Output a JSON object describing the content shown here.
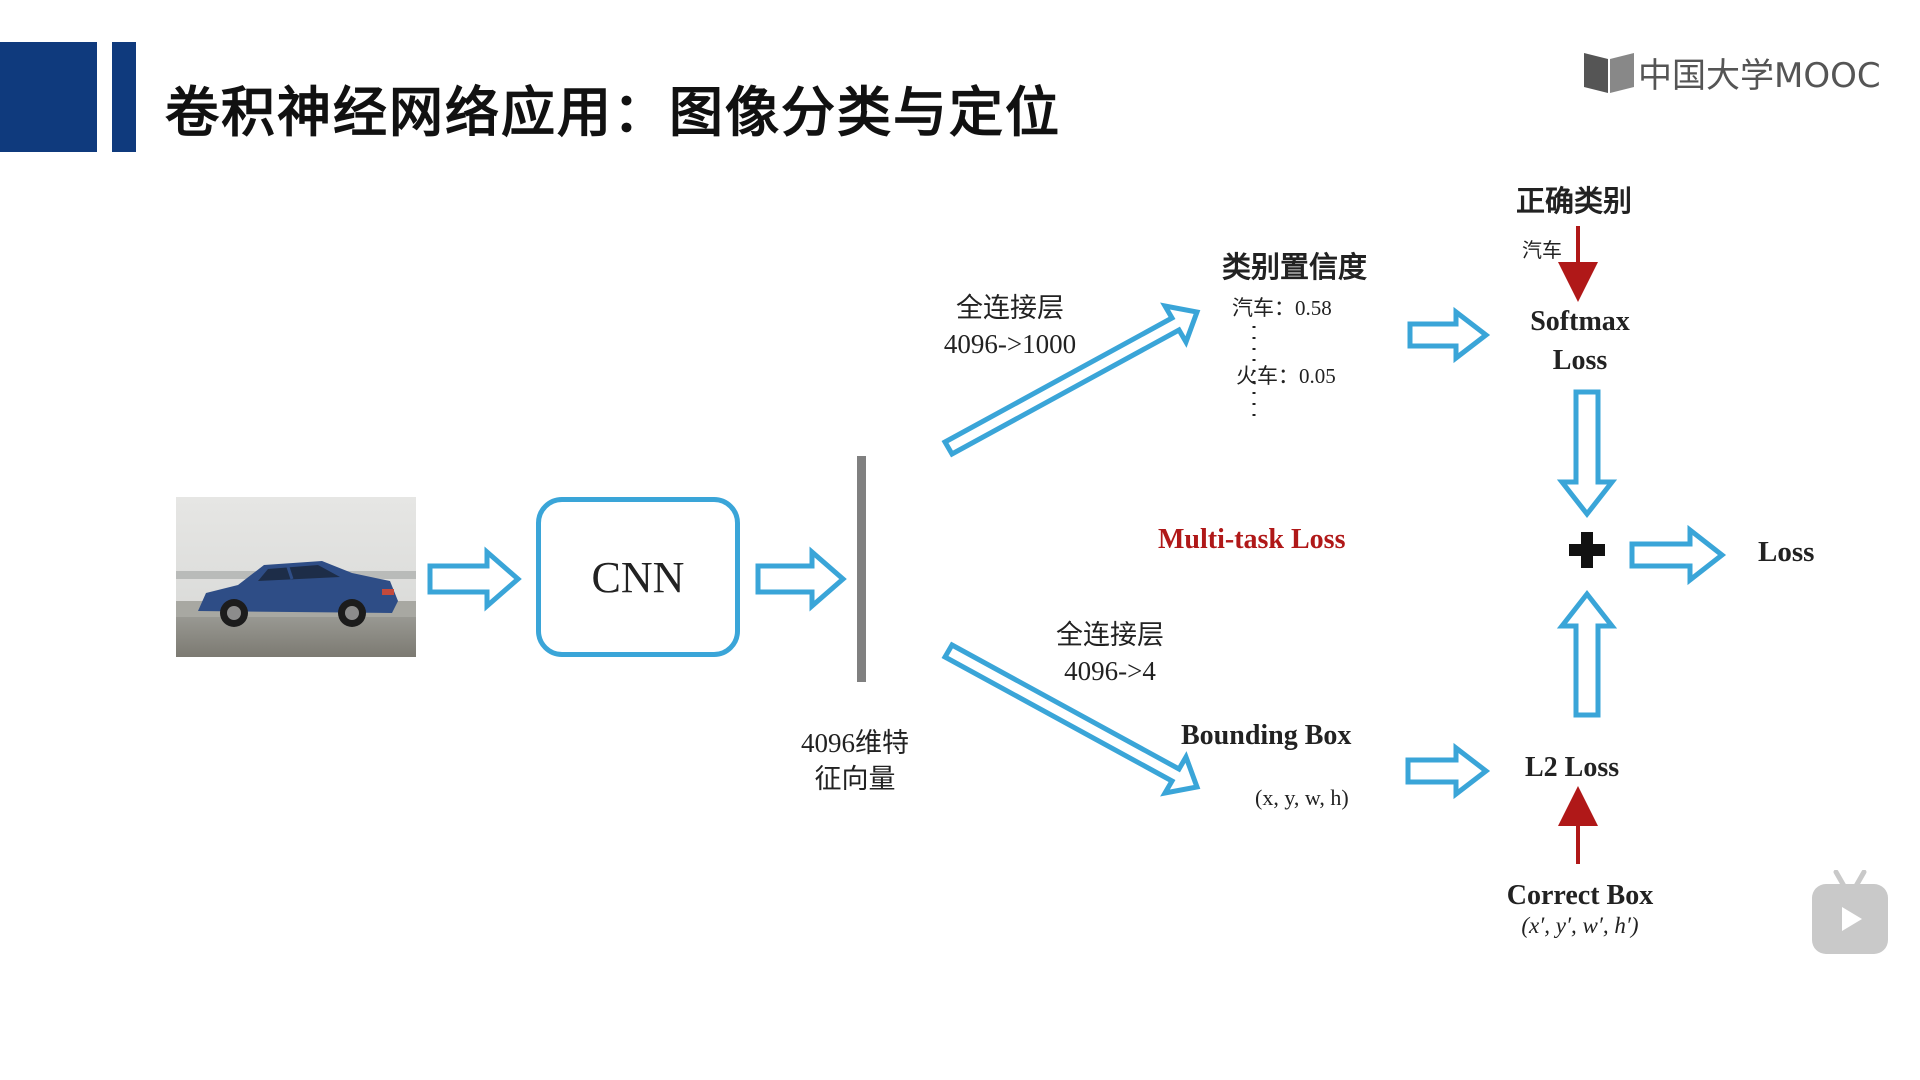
{
  "header": {
    "title": "卷积神经网络应用：图像分类与定位",
    "logo_text": "中国大学MOOC",
    "accent_color": "#0f3a7d"
  },
  "diagram": {
    "cnn_label": "CNN",
    "feature_vector": [
      "4096维特",
      "征向量"
    ],
    "fc_top": {
      "label": "全连接层",
      "dims": "4096->1000"
    },
    "fc_bottom": {
      "label": "全连接层",
      "dims": "4096->4"
    },
    "class_confidence": {
      "title": "类别置信度",
      "item1": "汽车：0.58",
      "item2": "火车：0.05"
    },
    "correct_class": {
      "title": "正确类别",
      "value": "汽车"
    },
    "softmax_loss": [
      "Softmax",
      "Loss"
    ],
    "multi_task_loss": "Multi-task Loss",
    "plus_sign": "+",
    "total_loss": "Loss",
    "bounding_box": {
      "title": "Bounding Box",
      "coords": "(x, y, w, h)"
    },
    "l2_loss": "L2 Loss",
    "correct_box": {
      "title": "Correct Box",
      "coords": "(x′, y′, w′, h′)"
    },
    "colors": {
      "arrow": "#3aa5d8",
      "red_arrow": "#b01818",
      "multi_task": "#b01818"
    }
  },
  "controls": {
    "play_icon": "play-icon"
  }
}
